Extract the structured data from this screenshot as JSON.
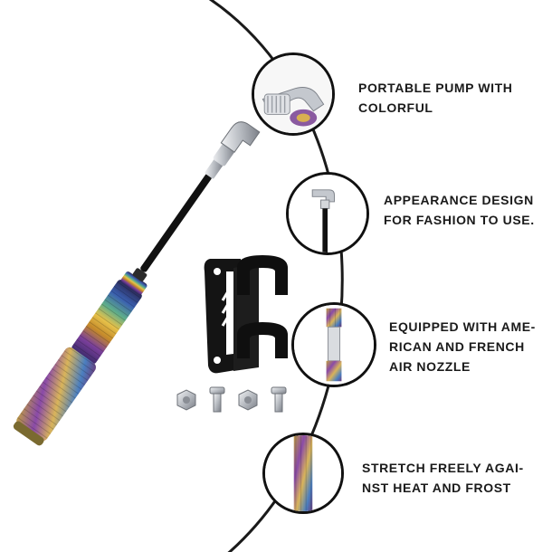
{
  "features": [
    {
      "lines": [
        "PORTABLE PUMP WITH",
        "COLORFUL"
      ]
    },
    {
      "lines": [
        "APPEARANCE DESIGN",
        "FOR FASHION TO USE."
      ]
    },
    {
      "lines": [
        "EQUIPPED WITH AME-",
        "RICAN AND FRENCH",
        "AIR NOZZLE"
      ]
    },
    {
      "lines": [
        "STRETCH FREELY AGAI-",
        "NST HEAT AND FROST"
      ]
    }
  ],
  "colors": {
    "background": "#ffffff",
    "curve": "#1a1a1a",
    "text": "#1a1a1a",
    "hose": "#111111",
    "bracket": "#141414",
    "nozzle_silver": "#c9ccd1"
  }
}
